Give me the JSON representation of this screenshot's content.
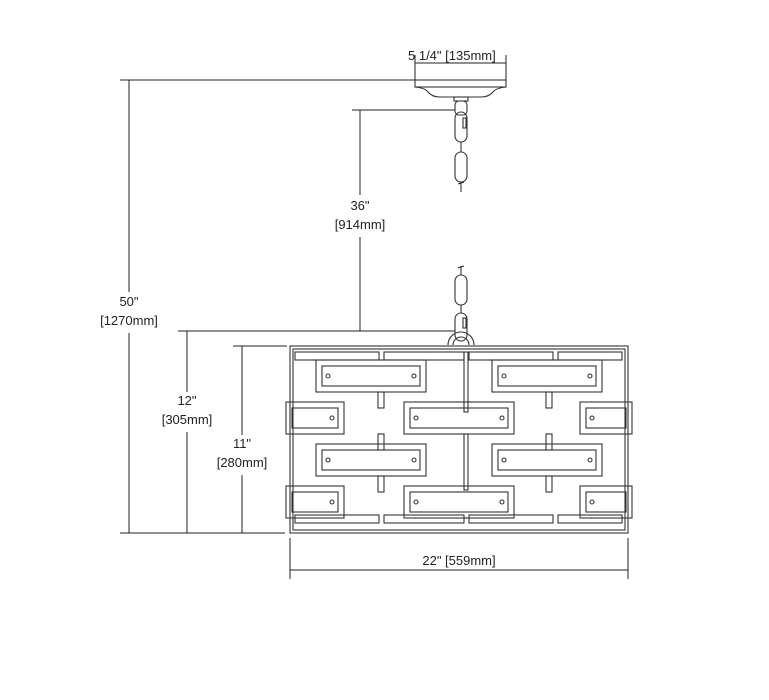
{
  "drawing": {
    "type": "pendant-light-dimension-drawing",
    "dimensions": {
      "canopy_width": {
        "label": "5 1/4\" [135mm]"
      },
      "chain_length": {
        "line1": "36\"",
        "line2": "[914mm]"
      },
      "overall_height": {
        "line1": "50\"",
        "line2": "[1270mm]"
      },
      "fixture_height_with_loop": {
        "line1": "12\"",
        "line2": "[305mm]"
      },
      "shade_height": {
        "line1": "11\"",
        "line2": "[280mm]"
      },
      "shade_width": {
        "label": "22\" [559mm]"
      }
    }
  }
}
